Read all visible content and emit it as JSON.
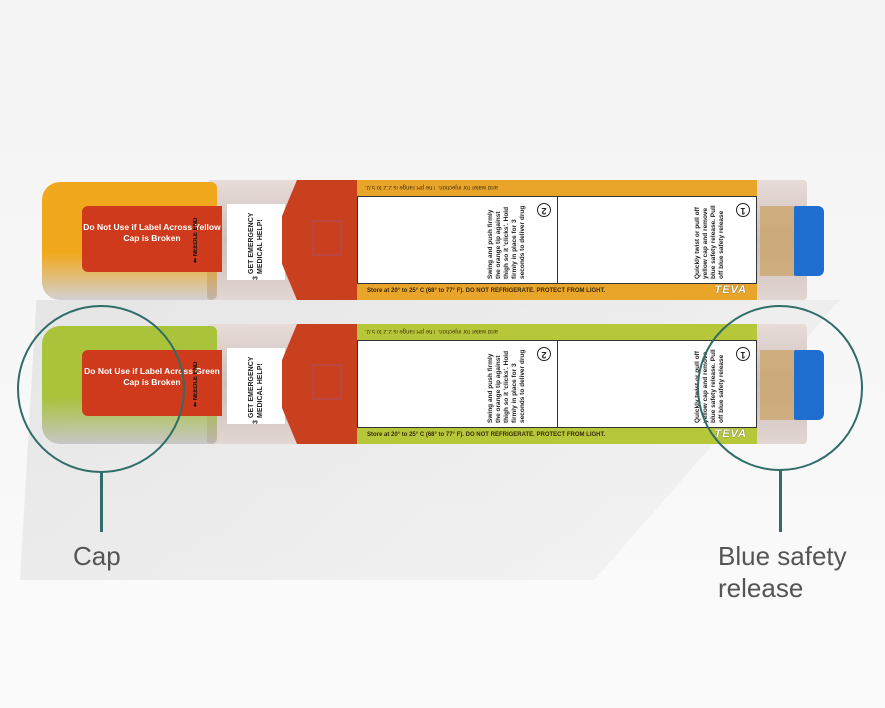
{
  "pens": [
    {
      "variant": "yellow",
      "cap_color": "#f2a81c",
      "label_color": "#e9a42a",
      "cap_warning": "Do Not Use if Label Across Yellow Cap is Broken"
    },
    {
      "variant": "green",
      "cap_color": "#a9c33a",
      "label_color": "#b6c73a",
      "cap_warning": "Do Not Use if Label Across Green Cap is Broken"
    }
  ],
  "needle_end": "NEEDLE END",
  "step3": {
    "number": "3",
    "text": "GET EMERGENCY MEDICAL HELP!"
  },
  "step2": {
    "number": "2",
    "text": "Swing and push firmly the orange tip against thigh so it 'clicks'. Hold firmly in place for 3 seconds to deliver drug"
  },
  "step1": {
    "number": "1",
    "text": "Quickly twist or pull off yellow cap and remove blue safety release. Pull off blue safety release"
  },
  "label_top": "and water for injection. The pH range is 2.2 to 5.0.",
  "storage": "Store at 20° to 25° C (68° to 77° F). DO NOT REFRIGERATE. PROTECT FROM LIGHT.",
  "brand": "TEVA",
  "callouts": {
    "cap": "Cap",
    "release": "Blue safety release"
  },
  "accent": "#2f6d66"
}
